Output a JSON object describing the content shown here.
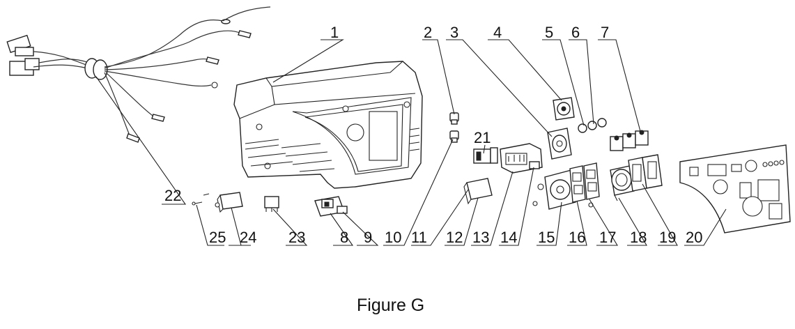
{
  "caption": "Figure G",
  "callouts": {
    "c1": "1",
    "c2": "2",
    "c3": "3",
    "c4": "4",
    "c5": "5",
    "c6": "6",
    "c7": "7",
    "c8": "8",
    "c9": "9",
    "c10": "10",
    "c11": "11",
    "c12": "12",
    "c13": "13",
    "c14": "14",
    "c15": "15",
    "c16": "16",
    "c17": "17",
    "c18": "18",
    "c19": "19",
    "c20": "20",
    "c21": "21",
    "c22": "22",
    "c23": "23",
    "c24": "24",
    "c25": "25"
  },
  "colors": {
    "line": "#222222",
    "background": "#ffffff"
  }
}
